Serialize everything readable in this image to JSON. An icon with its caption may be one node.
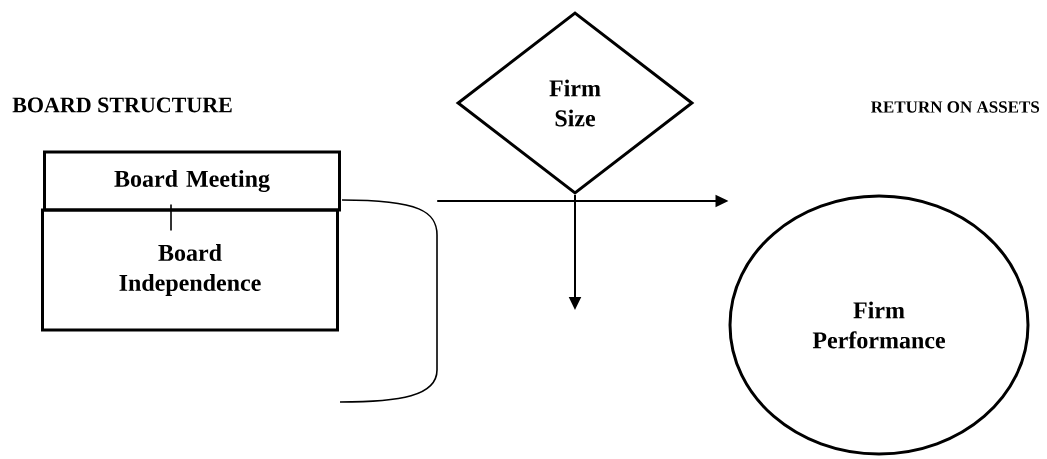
{
  "diagram": {
    "nodes": [
      {
        "text": [
          "Board Meeting"
        ]
      },
      {
        "text": [
          "Board Independence"
        ]
      },
      {
        "text": [
          "Firm Size"
        ]
      },
      {
        "text": [
          "Firm Performance"
        ]
      },
      {
        "text": [],
        "shape": "bracket"
      }
    ],
    "edges": [
      {
        "from": 4,
        "to": 3,
        "arrow": "to"
      },
      {
        "from": 2,
        "to": null,
        "arrow": "to"
      },
      {
        "from": 0,
        "to": 1,
        "arrow": "none"
      }
    ],
    "labels": [
      "BOARD STRUCTURE",
      "RETURN ON ASSETS"
    ]
  }
}
